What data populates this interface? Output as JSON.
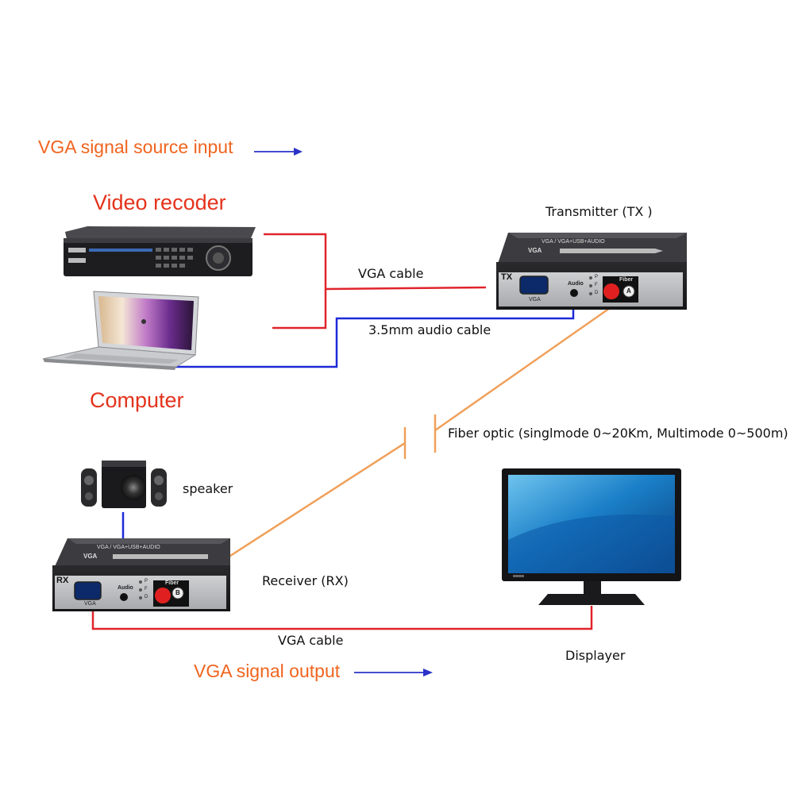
{
  "colors": {
    "heading_orange": "#f0641e",
    "device_label_red": "#e4331c",
    "vga_cable": "#e0242c",
    "audio_cable": "#1e2ad8",
    "fiber_cable": "#f0a05a",
    "arrow": "#2a32c8"
  },
  "labels": {
    "source_input": "VGA signal source input",
    "video_recorder": "Video recoder",
    "computer": "Computer",
    "transmitter": "Transmitter (TX )",
    "vga_cable_top": "VGA cable",
    "audio_cable": "3.5mm audio cable",
    "fiber_optic": "Fiber optic (singlmode 0~20Km, Multimode 0~500m)",
    "speaker": "speaker",
    "receiver": "Receiver (RX)",
    "vga_cable_bottom": "VGA cable",
    "displayer": "Displayer",
    "signal_output": "VGA signal output"
  },
  "tx_device": {
    "panel_top_text": "VGA / VGA+USB+AUDIO",
    "brand": "VGA",
    "tag": "TX",
    "vga_port": "VGA",
    "audio_port": "Audio",
    "fiber_port": "Fiber",
    "fiber_letter": "A",
    "leds": [
      "P",
      "F",
      "D"
    ]
  },
  "rx_device": {
    "panel_top_text": "VGA / VGA+USB+AUDIO",
    "brand": "VGA",
    "tag": "RX",
    "vga_port": "VGA",
    "audio_port": "Audio",
    "fiber_port": "Fiber",
    "fiber_letter": "B",
    "leds": [
      "P",
      "F",
      "D"
    ]
  }
}
